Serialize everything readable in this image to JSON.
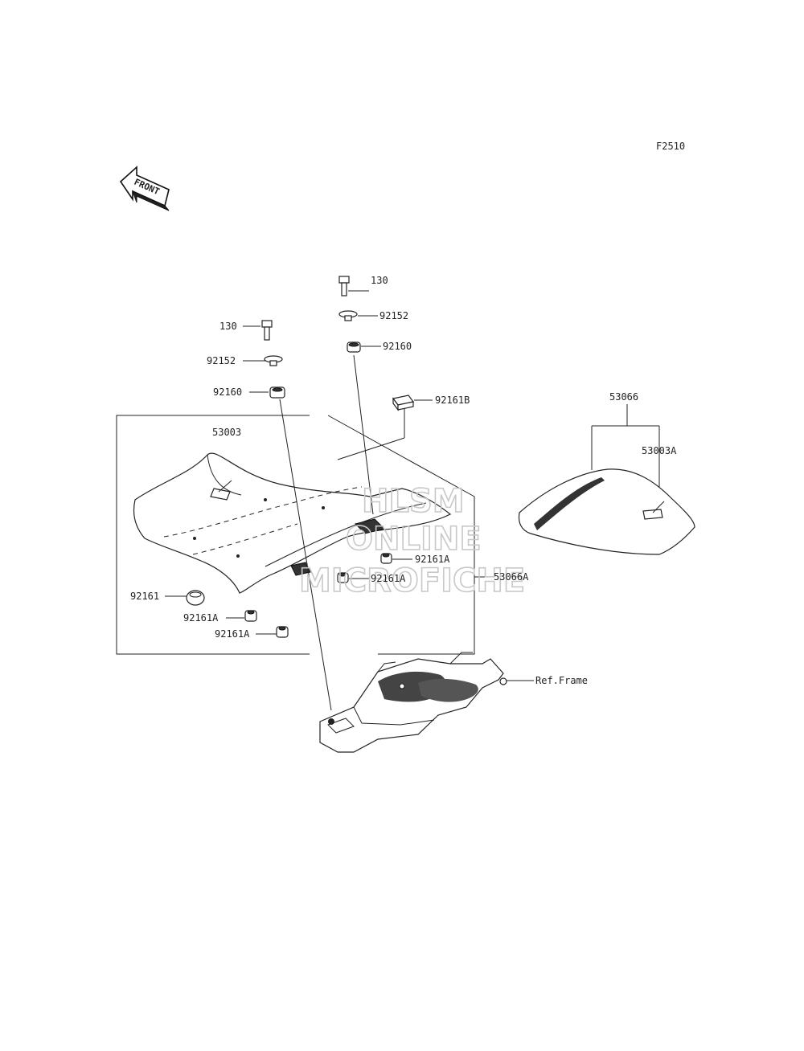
{
  "figure_code": "F2510",
  "front_arrow_text": "FRONT",
  "watermark": {
    "line1": "HLSM",
    "line2": "ONLINE",
    "line3": "MICROFICHE"
  },
  "labels": {
    "bolt_right": "130",
    "washer_right": "92152",
    "damper_right": "92160",
    "bolt_left": "130",
    "washer_left": "92152",
    "damper_left": "92160",
    "pad_92161b": "92161B",
    "seat_front": "53003",
    "rear_seat_assy": "53066",
    "rear_seat": "53003A",
    "damper_92161a_1": "92161A",
    "damper_92161a_2": "92161A",
    "seat_assy_front": "53066A",
    "damper_92161": "92161",
    "damper_92161a_3": "92161A",
    "damper_92161a_4": "92161A",
    "ref_frame": "Ref.Frame"
  }
}
